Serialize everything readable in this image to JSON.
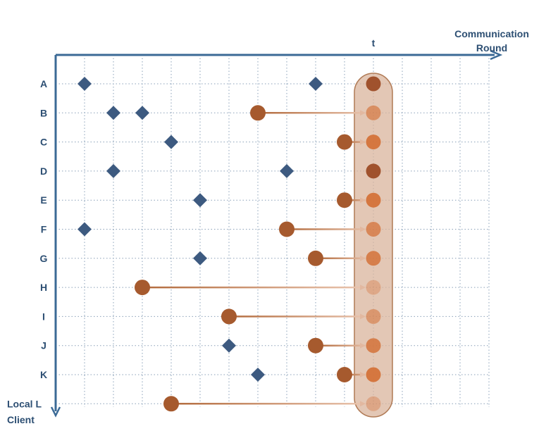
{
  "axes": {
    "x_label": "Communication Round",
    "y_label": "Local Client",
    "current_round_label": "t"
  },
  "clients": [
    "A",
    "B",
    "C",
    "D",
    "E",
    "F",
    "G",
    "H",
    "I",
    "J",
    "K",
    "L"
  ],
  "round_count": 15,
  "current_round": 11,
  "local_updates": [
    {
      "client": "A",
      "round": 1
    },
    {
      "client": "A",
      "round": 9
    },
    {
      "client": "B",
      "round": 2
    },
    {
      "client": "B",
      "round": 3
    },
    {
      "client": "C",
      "round": 4
    },
    {
      "client": "D",
      "round": 2
    },
    {
      "client": "D",
      "round": 8
    },
    {
      "client": "E",
      "round": 5
    },
    {
      "client": "F",
      "round": 1
    },
    {
      "client": "G",
      "round": 5
    },
    {
      "client": "J",
      "round": 6
    },
    {
      "client": "K",
      "round": 7
    }
  ],
  "uploads": [
    {
      "client": "A",
      "round": 11,
      "staleness": 0
    },
    {
      "client": "B",
      "round": 7,
      "staleness": 4
    },
    {
      "client": "C",
      "round": 10,
      "staleness": 1
    },
    {
      "client": "D",
      "round": 11,
      "staleness": 0
    },
    {
      "client": "E",
      "round": 10,
      "staleness": 1
    },
    {
      "client": "F",
      "round": 8,
      "staleness": 3
    },
    {
      "client": "G",
      "round": 9,
      "staleness": 2
    },
    {
      "client": "H",
      "round": 3,
      "staleness": 8
    },
    {
      "client": "I",
      "round": 6,
      "staleness": 5
    },
    {
      "client": "J",
      "round": 9,
      "staleness": 2
    },
    {
      "client": "K",
      "round": 10,
      "staleness": 1
    },
    {
      "client": "L",
      "round": 4,
      "staleness": 7
    }
  ],
  "colors": {
    "axis": "#3b6a96",
    "label": "#2d4f73",
    "diamond": "#3d5a80",
    "circle": "#a65a2e",
    "highlight_fill": "#d9b49c",
    "highlight_stroke": "#b07a55",
    "grid": "#8aa0b8"
  }
}
